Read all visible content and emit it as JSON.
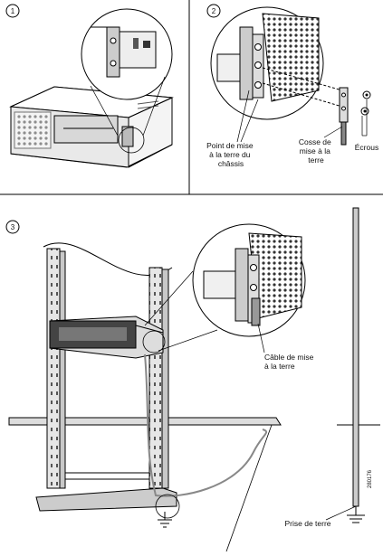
{
  "steps": [
    "1",
    "2",
    "3"
  ],
  "labels": {
    "chassis_point": [
      "Point de mise",
      "à la terre du",
      "châssis"
    ],
    "lug": [
      "Cosse de",
      "mise à la",
      "terre"
    ],
    "nuts": "Écrous",
    "cable": [
      "Câble de mise",
      "à la terre"
    ],
    "earth": "Prise de terre",
    "figure_code": "280176"
  }
}
